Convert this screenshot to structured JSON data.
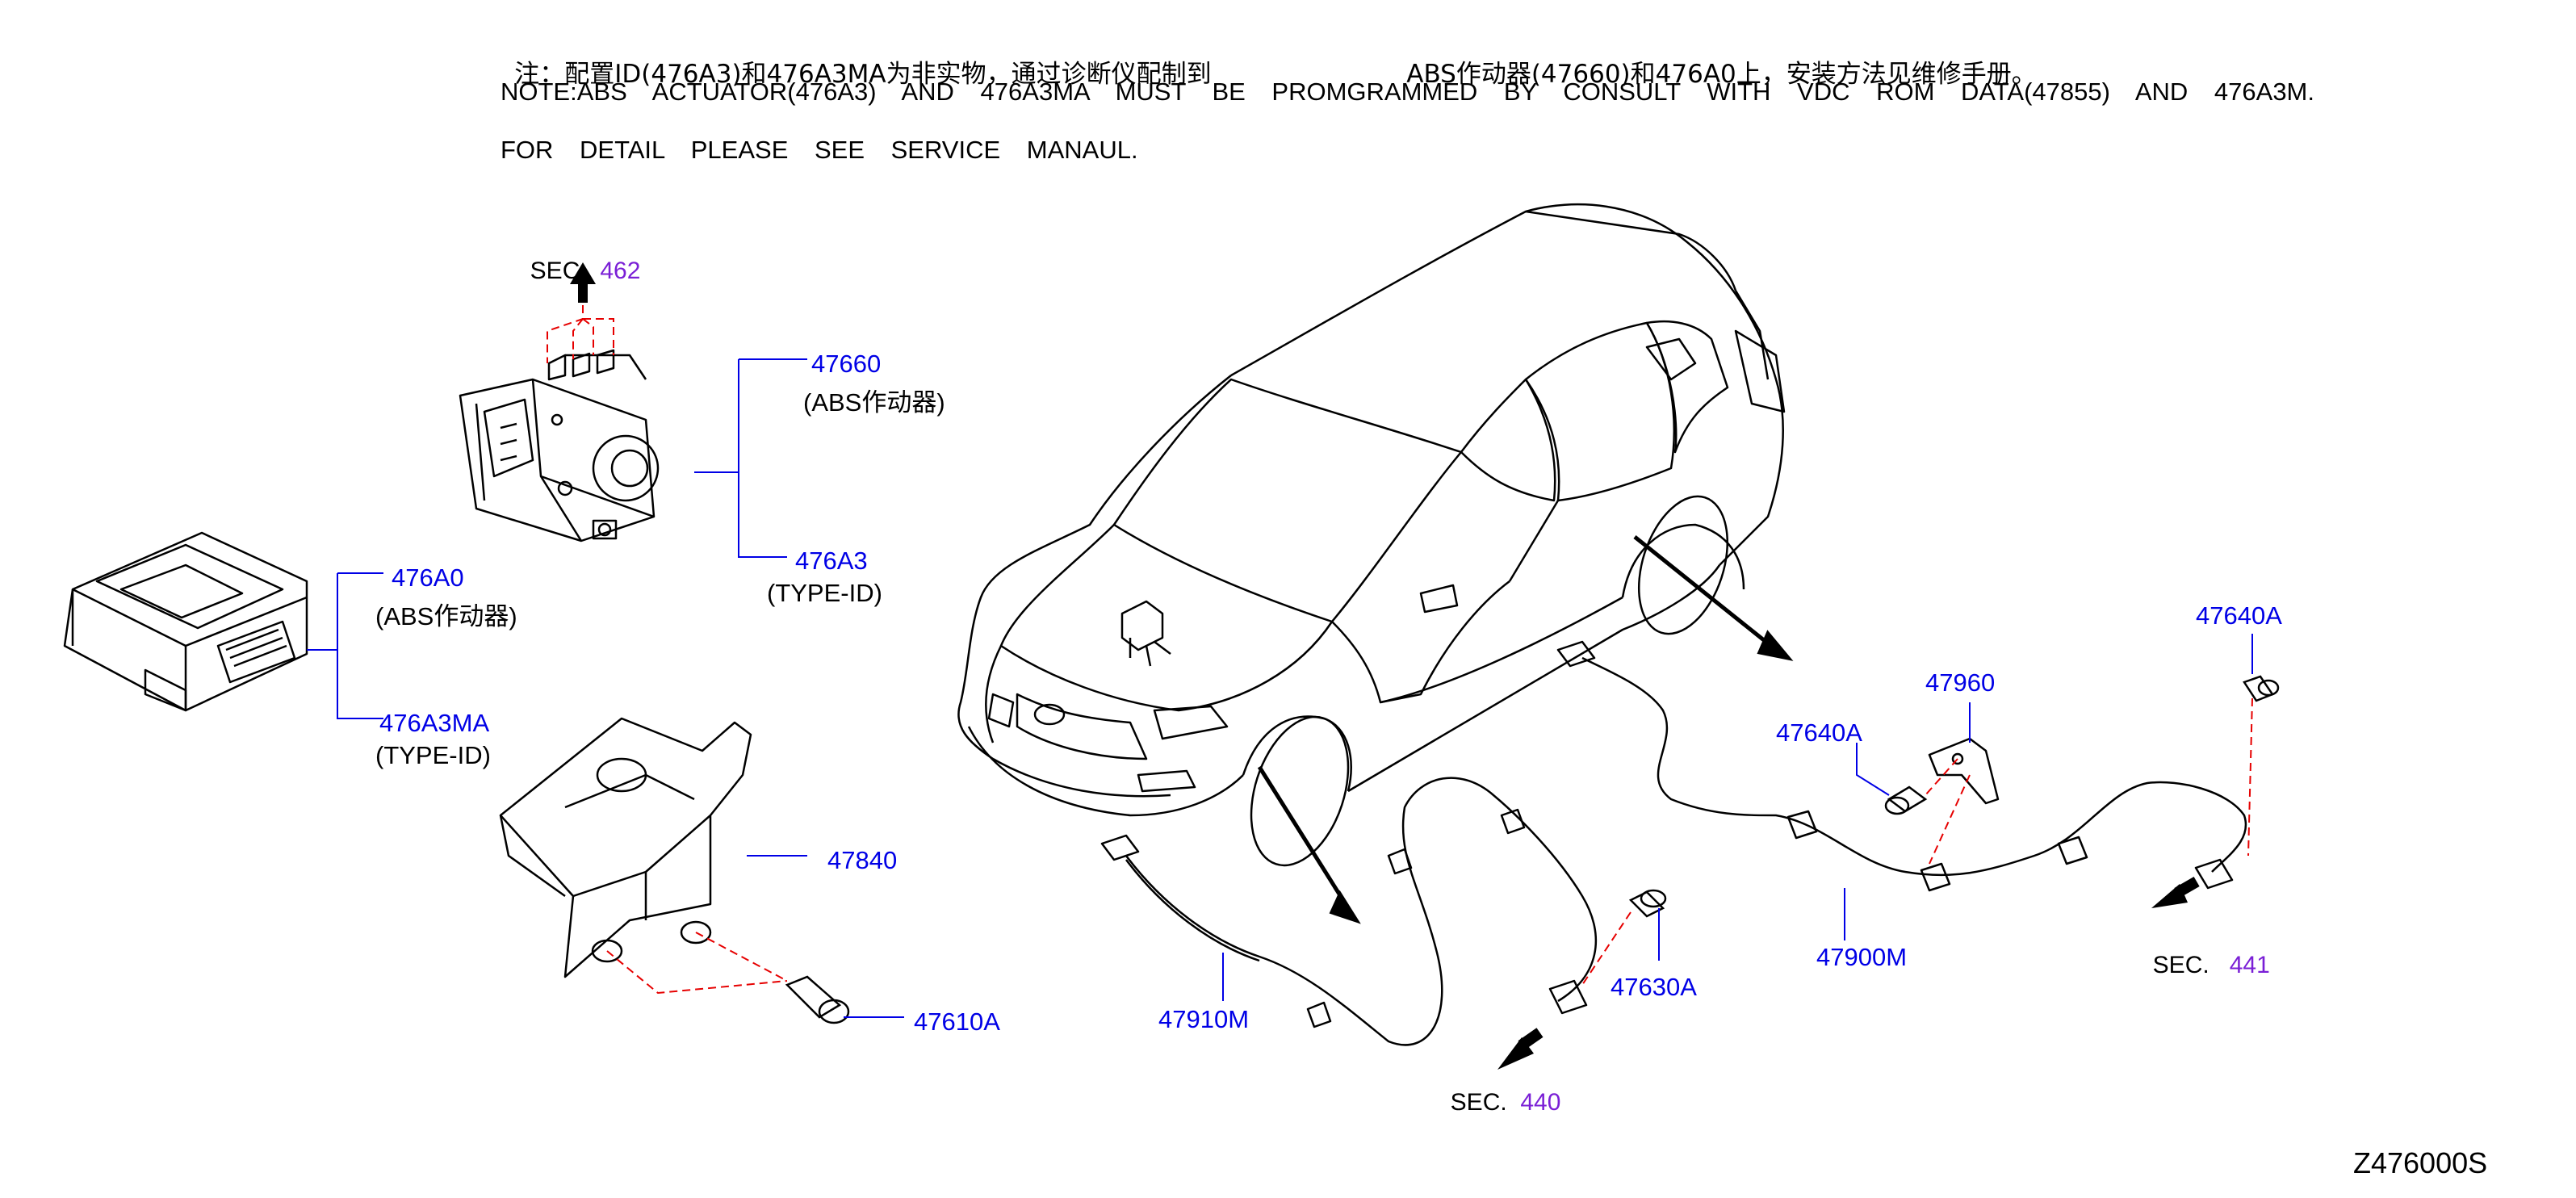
{
  "notes": {
    "cn_part1": "注：配置ID(476A3)和476A3MA为非实物，通过诊断仪配制到",
    "cn_part2": "ABS作动器(47660)和476A0上，安装方法见维修手册。",
    "en_line1": "NOTE:ABS ACTUATOR(476A3) AND 476A3MA MUST BE PROMGRAMMED BY CONSULT WITH VDC ROM DATA(47855) AND 476A3M.",
    "en_line2": "FOR DETAIL PLEASE SEE SERVICE MANAUL."
  },
  "parts": {
    "p47660": "47660",
    "p47660_desc": "(ABS作动器)",
    "p476A3": "476A3",
    "p476A3_desc": "(TYPE-ID)",
    "p476A0": "476A0",
    "p476A0_desc": "(ABS作动器)",
    "p476A3MA": "476A3MA",
    "p476A3MA_desc": "(TYPE-ID)",
    "p47840": "47840",
    "p47610A": "47610A",
    "p47910M": "47910M",
    "p47630A": "47630A",
    "p47900M": "47900M",
    "p47640A_left": "47640A",
    "p47960": "47960",
    "p47640A_right": "47640A"
  },
  "sections": {
    "sec462_label": "SEC.",
    "sec462_num": "462",
    "sec440_label": "SEC.",
    "sec440_num": "440",
    "sec441_label": "SEC.",
    "sec441_num": "441"
  },
  "drawing_code": "Z476000S",
  "colors": {
    "part_number": "#0000e6",
    "section_number": "#7a1fd6",
    "leader_line": "#0000e6",
    "dash_line": "#e60000",
    "drawing_line": "#000000"
  }
}
